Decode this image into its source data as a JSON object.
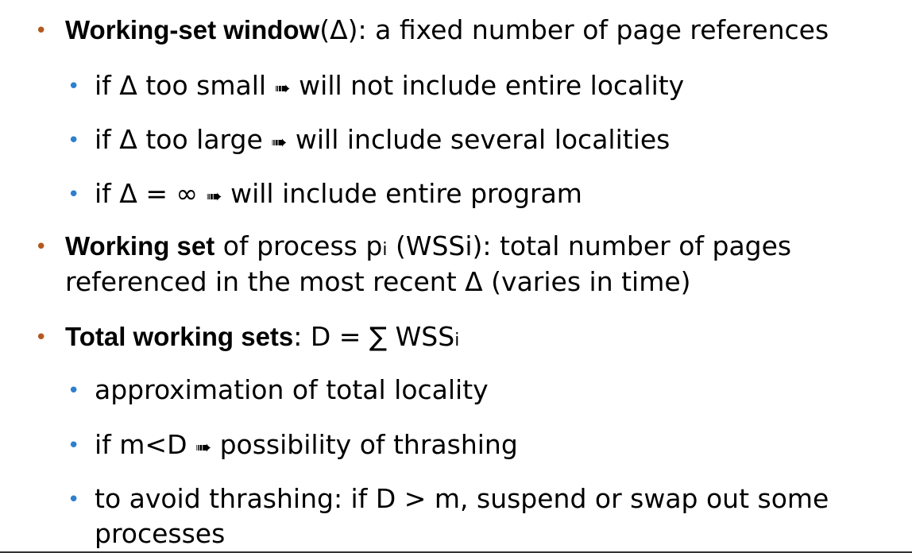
{
  "bullets": {
    "b1": {
      "bold": "Working-set window",
      "rest": "(Δ): a fixed number of page references",
      "subs": [
        {
          "pre": "if Δ too small",
          "arrow": "➠",
          "post": "will not include entire locality"
        },
        {
          "pre": "if Δ too large",
          "arrow": "➠",
          "post": "will include several localities"
        },
        {
          "pre": "if Δ = ∞",
          "arrow": "➠",
          "post": "will include entire program"
        }
      ]
    },
    "b2": {
      "bold": "Working set",
      "rest_a": "of process p",
      "sub_i": "i",
      "rest_b": "(WSSi): total number of pages",
      "line2": "referenced in the most recent Δ (varies in time)"
    },
    "b3": {
      "bold": "Total working sets",
      "rest": ": D = ∑ WSS",
      "sub_i": "i",
      "subs": [
        {
          "text": "approximation of total locality"
        },
        {
          "pre": "if m<D",
          "arrow": "➠",
          "post": "possibility of thrashing"
        },
        {
          "line1": "to avoid thrashing: if D > m,  suspend or swap out some",
          "line2": "processes"
        }
      ]
    }
  }
}
